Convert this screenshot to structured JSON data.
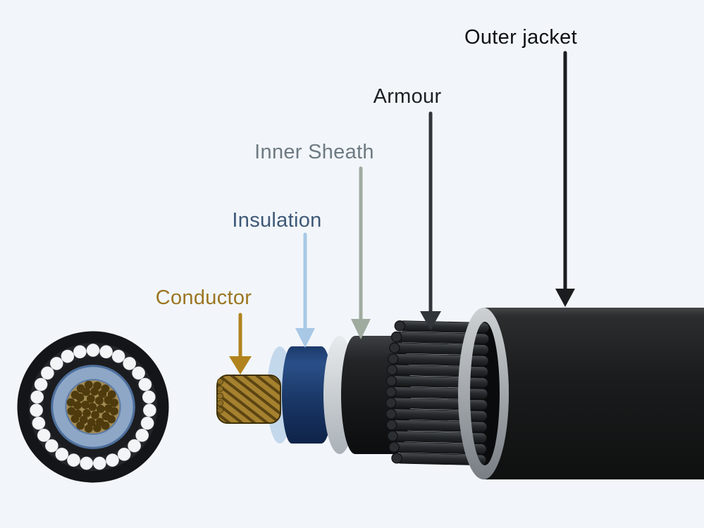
{
  "background": "#f2f6fa",
  "labels": {
    "conductor": {
      "text": "Conductor",
      "color": "#9c7522",
      "arrow": "#b1831d"
    },
    "insulation": {
      "text": "Insulation",
      "color": "#3e5877",
      "arrow": "#a9c8e6"
    },
    "inner_sheath": {
      "text": "Inner Sheath",
      "color": "#6e7a82",
      "arrow": "#9fab9f"
    },
    "armour": {
      "text": "Armour",
      "color": "#1c2126",
      "arrow": "#30353a"
    },
    "outer_jacket": {
      "text": "Outer jacket",
      "color": "#0d1115",
      "arrow": "#1a1c1e"
    }
  },
  "colors": {
    "conductor_body": "#a5812f",
    "conductor_stripe": "#5c4512",
    "insulation_face": "#c4d8ec",
    "hole": "#0a0b0c",
    "wire_end": "#2b2e31",
    "cs_jacket": "#141518",
    "cs_armour_bg": "#232529",
    "cs_wire": "#f2f4f6",
    "cs_sheath": "#1b1c1f",
    "cs_insulation": "#8ea7c7",
    "cs_insulation_edge": "#4d6f9c",
    "cs_conductor_bg": "#a28b54",
    "cs_strand": "#4e3b0d"
  }
}
